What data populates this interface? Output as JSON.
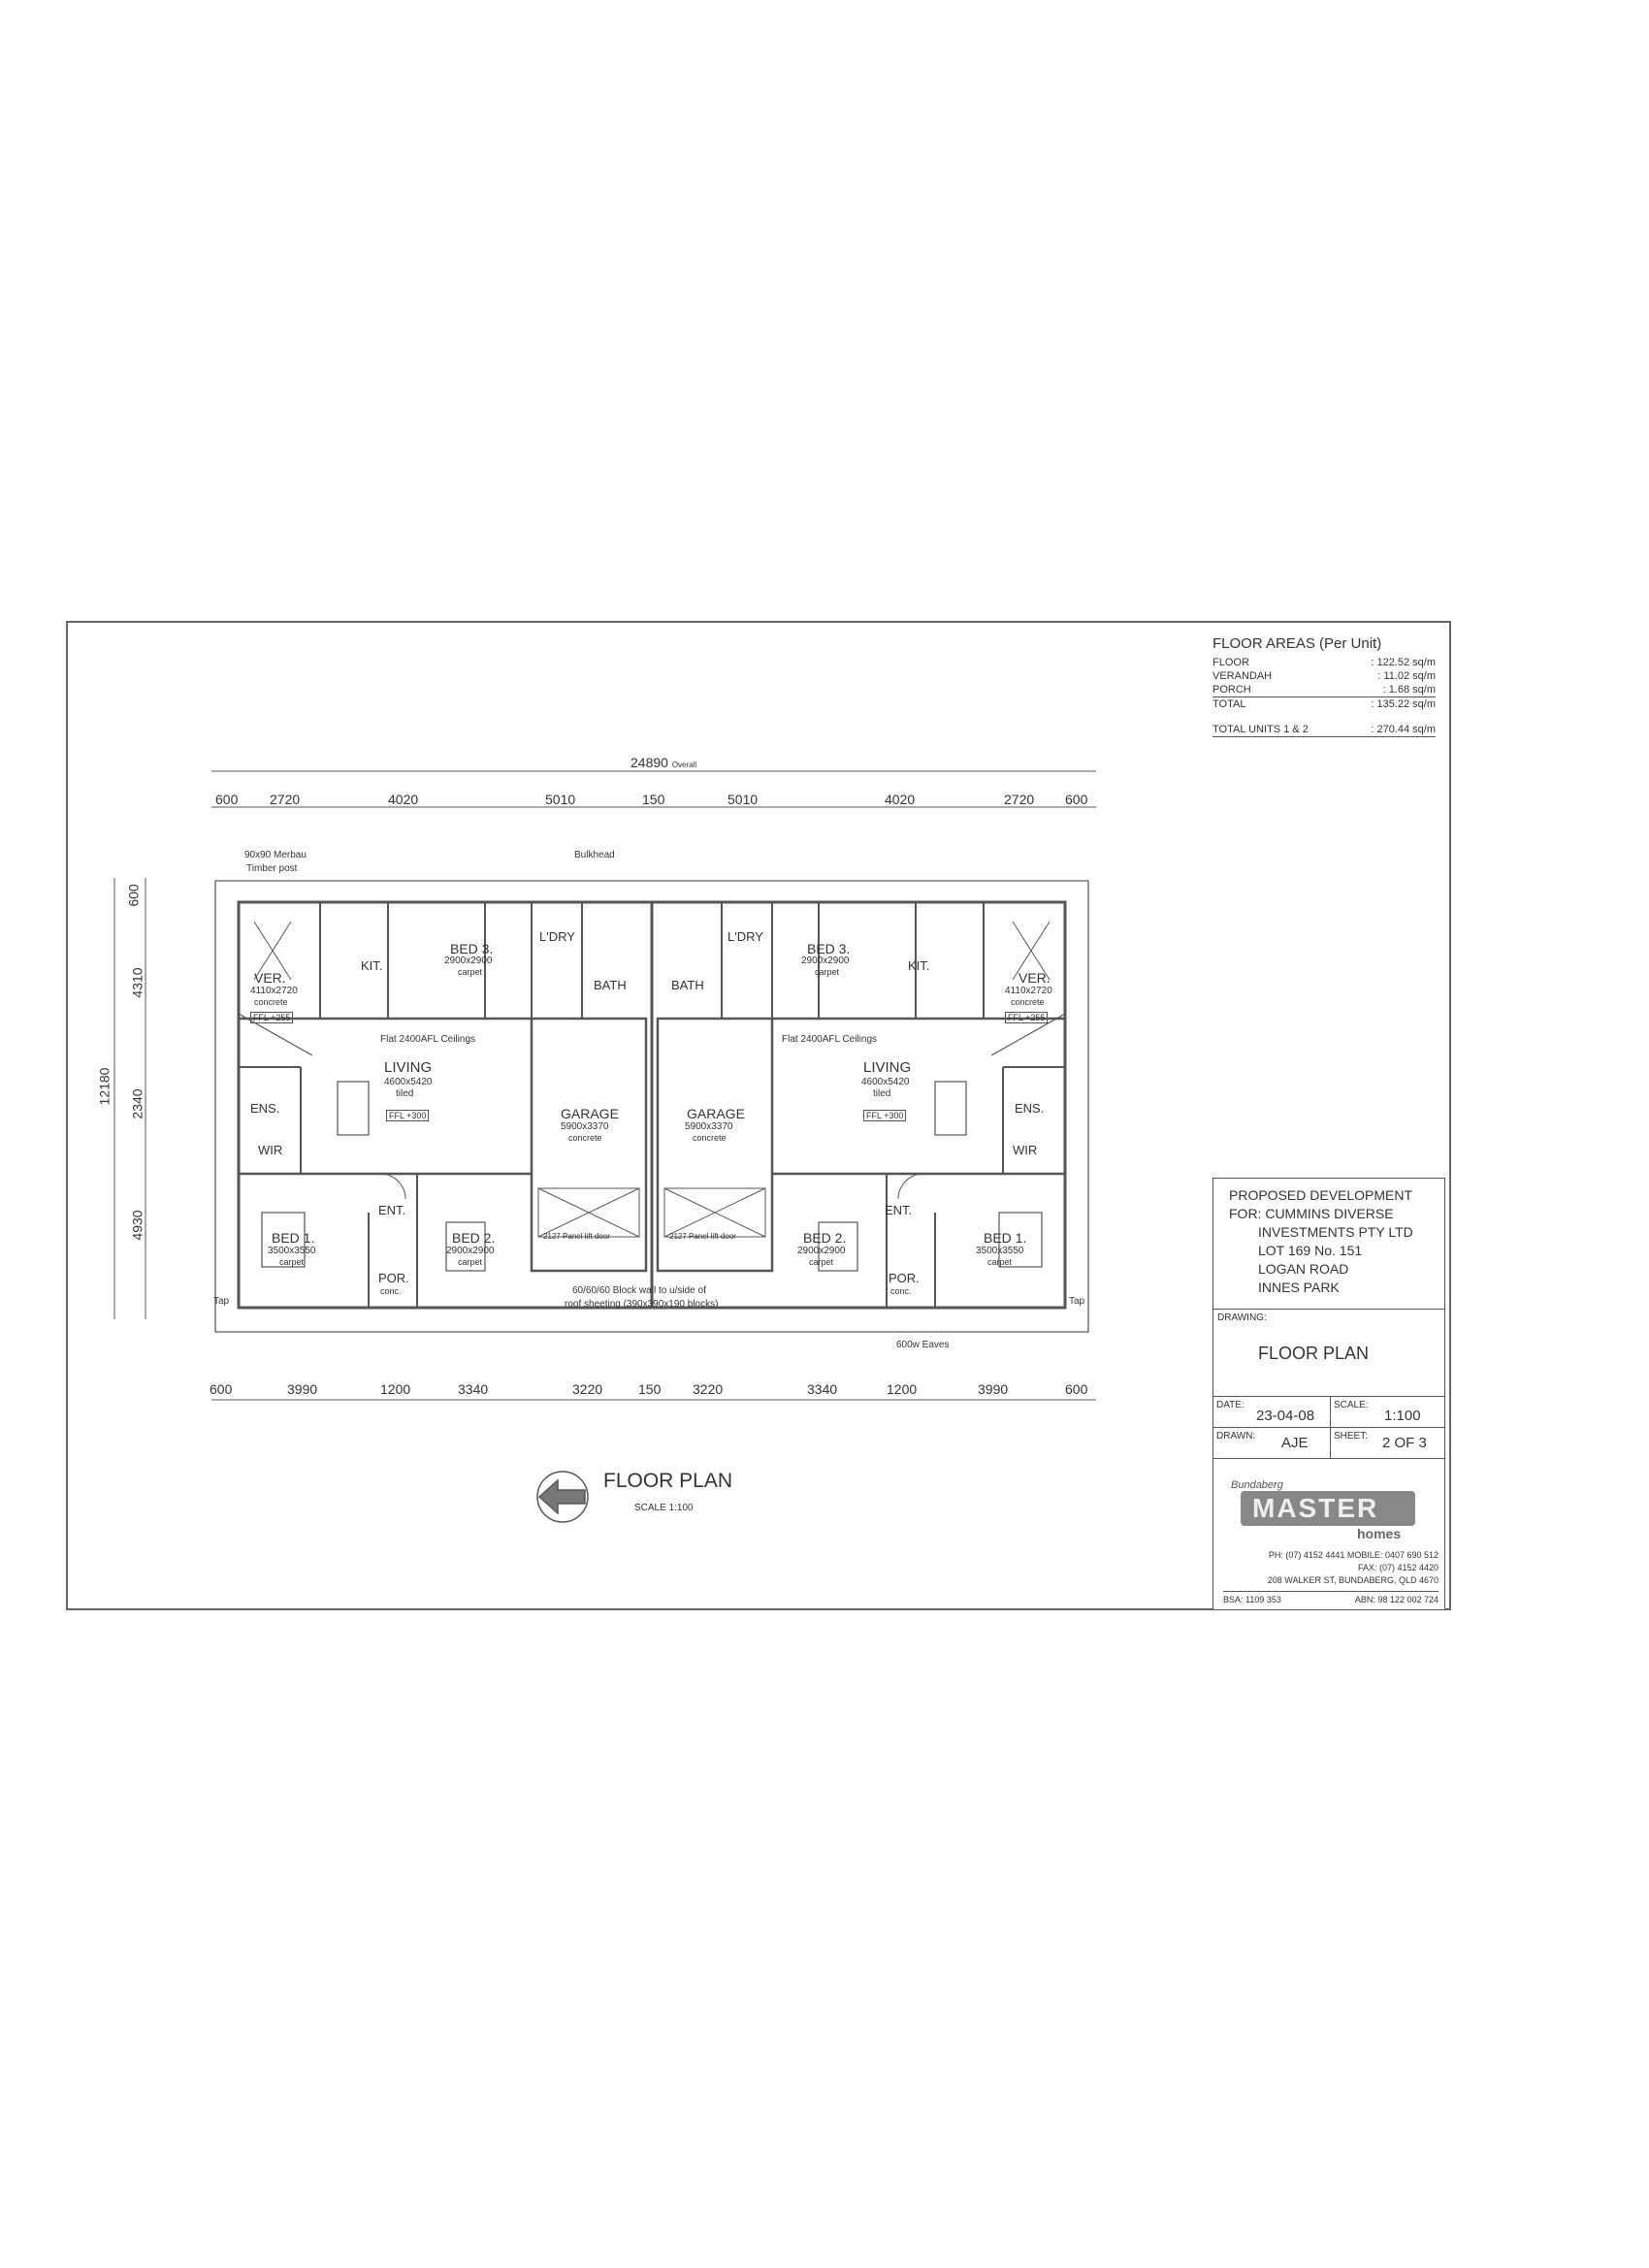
{
  "floor_areas": {
    "title": "FLOOR AREAS (Per Unit)",
    "rows": [
      {
        "label": "FLOOR",
        "value": ": 122.52 sq/m"
      },
      {
        "label": "VERANDAH",
        "value": ": 11.02 sq/m"
      },
      {
        "label": "PORCH",
        "value": ": 1.68 sq/m"
      },
      {
        "label": "TOTAL",
        "value": ": 135.22 sq/m"
      }
    ],
    "grand_label": "TOTAL UNITS 1 & 2",
    "grand_value": ": 270.44 sq/m"
  },
  "plan": {
    "overall_width": "24890",
    "overall_word": "Overall",
    "top_dims": [
      "600",
      "2720",
      "4020",
      "5010",
      "150",
      "5010",
      "4020",
      "2720",
      "600"
    ],
    "bottom_dims": [
      "600",
      "3990",
      "1200",
      "3340",
      "3220",
      "150",
      "3220",
      "3340",
      "1200",
      "3990",
      "600"
    ],
    "left_dims": [
      "600",
      "4310",
      "2340",
      "4930"
    ],
    "overall_depth": "12180",
    "notes": {
      "post": "90x90 Merbau",
      "post2": "Timber post",
      "bulkhead": "Bulkhead",
      "ceilings": "Flat 2400AFL Ceilings",
      "blockwall": "60/60/60 Block wall to u/side of",
      "blockwall2": "roof sheeting (390x390x190 blocks)",
      "eaves": "600w Eaves",
      "tap": "Tap"
    },
    "rooms": {
      "ver": "VER.",
      "ver_size": "4110x2720",
      "ver_fin": "concrete",
      "ffl_255": "FFL +255",
      "kit": "KIT.",
      "bed3": "BED 3.",
      "bed3_size": "2900x2900",
      "bed3_fin": "carpet",
      "ldry": "L'DRY",
      "bath": "BATH",
      "living": "LIVING",
      "living_size": "4600x5420",
      "living_fin": "tiled",
      "ffl_300": "FFL +300",
      "ens": "ENS.",
      "wir": "WIR",
      "garage": "GARAGE",
      "garage_size": "5900x3370",
      "garage_fin": "concrete",
      "ent": "ENT.",
      "bed1": "BED 1.",
      "bed1_size": "3500x3550",
      "bed1_fin": "carpet",
      "bed2": "BED 2.",
      "bed2_size": "2900x2900",
      "bed2_fin": "carpet",
      "por": "POR.",
      "por_fin": "conc.",
      "panel_door": "2127 Panel lift door"
    },
    "caption": "FLOOR PLAN",
    "caption_scale": "SCALE 1:100"
  },
  "title_block": {
    "project_lines": [
      "PROPOSED DEVELOPMENT",
      "FOR: CUMMINS DIVERSE"
    ],
    "project_indented": [
      "INVESTMENTS PTY LTD",
      "LOT 169 No. 151",
      "LOGAN ROAD",
      "INNES PARK"
    ],
    "drawing_label": "DRAWING:",
    "drawing_title": "FLOOR PLAN",
    "date_label": "DATE:",
    "date": "23-04-08",
    "scale_label": "SCALE:",
    "scale": "1:100",
    "drawn_label": "DRAWN:",
    "drawn": "AJE",
    "sheet_label": "SHEET:",
    "sheet": "2 OF 3",
    "logo_script": "Bundaberg",
    "logo_main": "MASTER",
    "logo_sub": "homes",
    "phone": "PH: (07) 4152 4441  MOBILE: 0407 690 512",
    "fax": "FAX: (07) 4152 4420",
    "address": "208 WALKER ST, BUNDABERG, QLD 4670",
    "bsa": "BSA: 1109 353",
    "abn": "ABN: 98 122 002 724"
  }
}
